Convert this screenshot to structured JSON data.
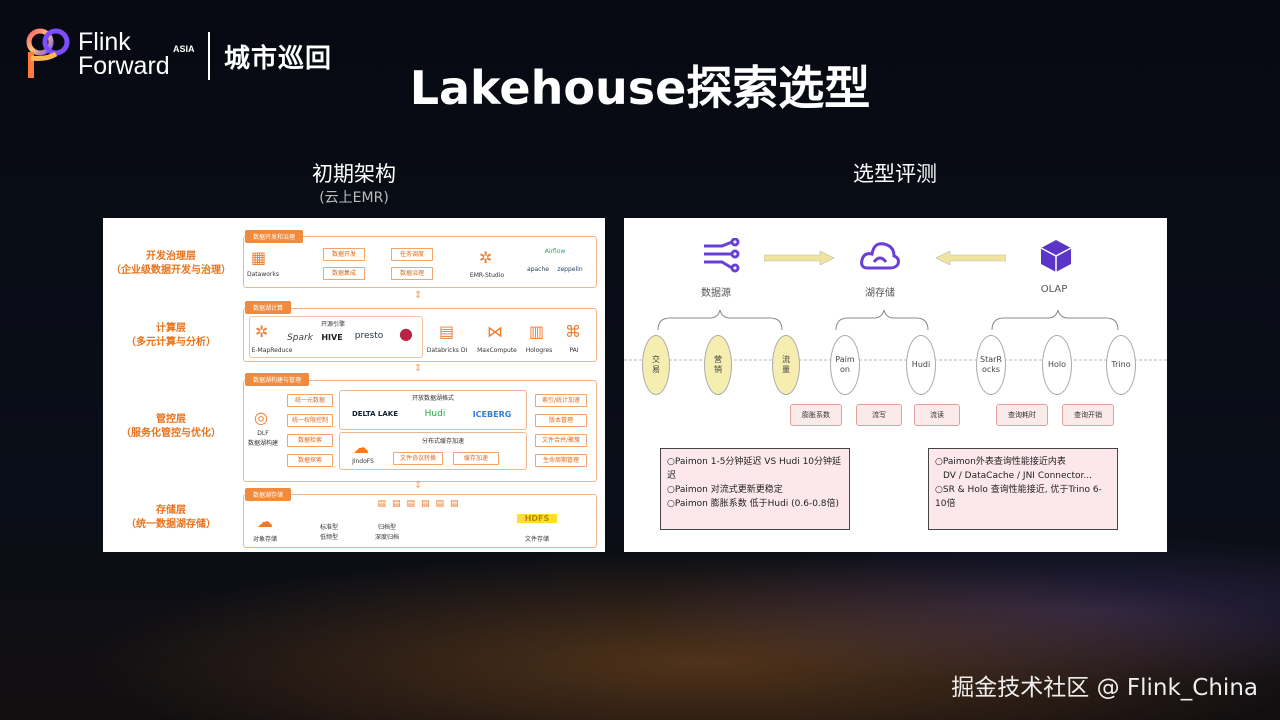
{
  "header": {
    "logo_line1": "Flink",
    "logo_line2": "Forward",
    "asia": "ASIA",
    "city_tour": "城市巡回"
  },
  "title": "Lakehouse探索选型",
  "left": {
    "caption": "初期架构",
    "subcaption": "(云上EMR)",
    "layers": [
      {
        "title": "开发治理层",
        "subtitle": "（企业级数据开发与治理）",
        "tag": "数据开发和治理",
        "chips": [
          "数据开发",
          "任务调度",
          "数据集成",
          "数据治理"
        ],
        "items": [
          "Dataworks",
          "EMR-Studio",
          "Airflow",
          "apache",
          "zeppelin"
        ]
      },
      {
        "title": "计算层",
        "subtitle": "（多元计算与分析）",
        "tag": "数据湖计算",
        "engine_label": "开源引擎",
        "items": [
          "E-MapReduce",
          "Spark",
          "HIVE",
          "presto",
          "Databricks DI",
          "MaxCompute",
          "Hologres",
          "PAI"
        ]
      },
      {
        "title": "管控层",
        "subtitle": "（服务化管控与优化）",
        "tag": "数据湖构建与管理",
        "left_chips": [
          "统一元数据",
          "统一权限控制",
          "数据检索",
          "数据探索"
        ],
        "format_label": "开放数据湖格式",
        "formats": [
          "DELTA LAKE",
          "Hudi",
          "ICEBERG"
        ],
        "cache_label": "分布式缓存加速",
        "cache_chips": [
          "文件协议转换",
          "缓存加速"
        ],
        "right_chips": [
          "索引/统计加速",
          "版本管理",
          "文件合并/聚簇",
          "生命周期管理"
        ],
        "items": [
          "DLF",
          "数据湖构建",
          "JindoFS"
        ]
      },
      {
        "title": "存储层",
        "subtitle": "（统一数据湖存储）",
        "tag": "数据湖存储",
        "items": [
          "对象存储",
          "标准型",
          "归档型",
          "低频型",
          "深度归档",
          "文件存储"
        ],
        "hdfs": "HDFS"
      }
    ]
  },
  "right": {
    "caption": "选型评测",
    "top_labels": [
      "数据源",
      "湖存储",
      "OLAP"
    ],
    "ellipses": [
      {
        "label": "交\n易"
      },
      {
        "label": "营\n销"
      },
      {
        "label": "流\n量"
      },
      {
        "label": "Paim\non"
      },
      {
        "label": "Hudi"
      },
      {
        "label": "StarR\nocks"
      },
      {
        "label": "Holo"
      },
      {
        "label": "Trino"
      }
    ],
    "buttons": [
      "膨胀系数",
      "流写",
      "流读",
      "查询耗时",
      "查询开销"
    ],
    "note_left": [
      "○Paimon 1-5分钟延迟 VS Hudi 10分钟延迟",
      "○Paimon 对流式更新更稳定",
      "○Paimon 膨胀系数 低于Hudi (0.6-0.8倍)"
    ],
    "note_right": [
      "○Paimon外表查询性能接近内表",
      "DV /  DataCache / JNI Connector...",
      "○SR  & Holo 查询性能接近, 优于Trino 6-10倍"
    ]
  },
  "footer": "掘金技术社区 @ Flink_China",
  "colors": {
    "accent_orange": "#e8731c",
    "purple": "#6a3fd6",
    "background": "#05070d"
  }
}
